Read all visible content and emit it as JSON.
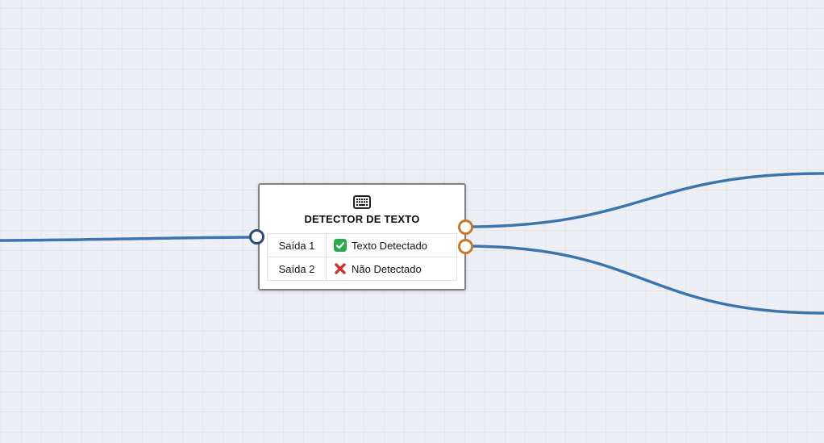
{
  "canvas": {
    "background_color": "#edeff6",
    "grid_color": "#e7e5e0",
    "edge_color": "#3a76ad",
    "input_port_color": "#2b4a73",
    "output_port_color": "#c9782a"
  },
  "node": {
    "title": "DETECTOR DE TEXTO",
    "icon": "keyboard-icon",
    "rows": [
      {
        "label": "Saída 1",
        "icon": "check-mark-icon",
        "value": "Texto Detectado",
        "status_color": "#2ca94f"
      },
      {
        "label": "Saída 2",
        "icon": "cross-mark-icon",
        "value": "Não Detectado",
        "status_color": "#d32f2f"
      }
    ]
  }
}
